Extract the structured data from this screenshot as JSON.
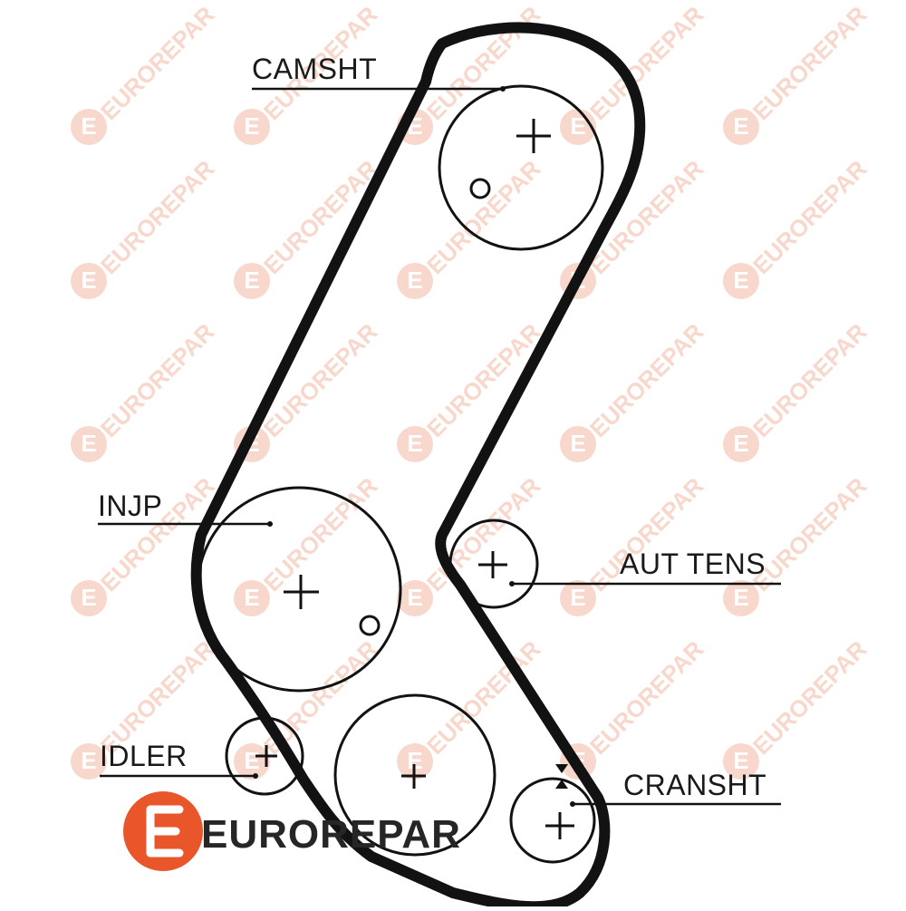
{
  "labels": {
    "camshaft": "CAMSHT",
    "injection_pump": "INJP",
    "auto_tensioner": "AUT TENS",
    "idler": "IDLER",
    "crankshaft": "CRANSHT"
  },
  "brand": {
    "name": "EUROREPAR",
    "logo_letter": "E",
    "accent_color": "#e8562a",
    "watermark_text": "EUROREPAR",
    "watermark_color": "#f4b8a4"
  },
  "colors": {
    "line": "#121212",
    "background": "#ffffff"
  }
}
